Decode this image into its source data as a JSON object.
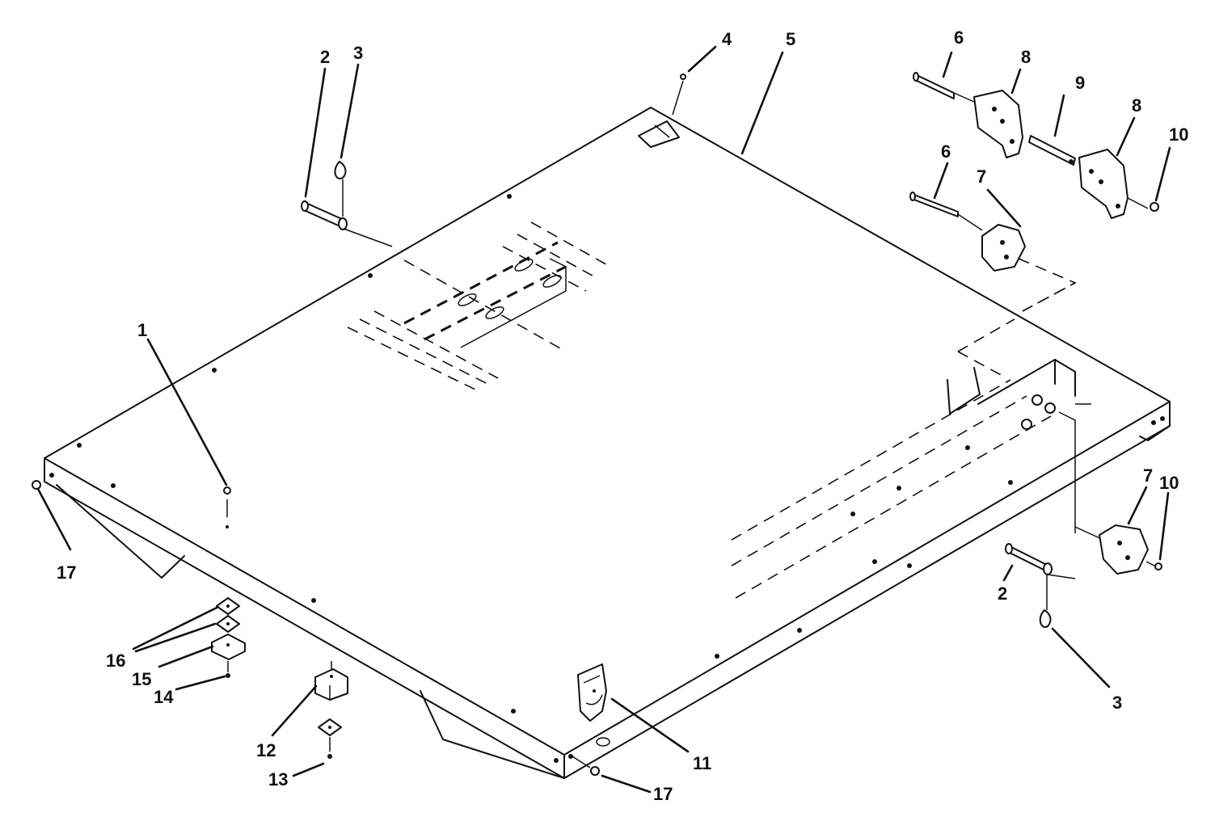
{
  "callouts": {
    "c1": "1",
    "c2a": "2",
    "c3a": "3",
    "c4": "4",
    "c5": "5",
    "c6a": "6",
    "c8a": "8",
    "c9": "9",
    "c8b": "8",
    "c10a": "10",
    "c6b": "6",
    "c7a": "7",
    "c7b": "7",
    "c10b": "10",
    "c2b": "2",
    "c3b": "3",
    "c17a": "17",
    "c16": "16",
    "c15": "15",
    "c14": "14",
    "c12": "12",
    "c13": "13",
    "c11": "11",
    "c17b": "17"
  }
}
